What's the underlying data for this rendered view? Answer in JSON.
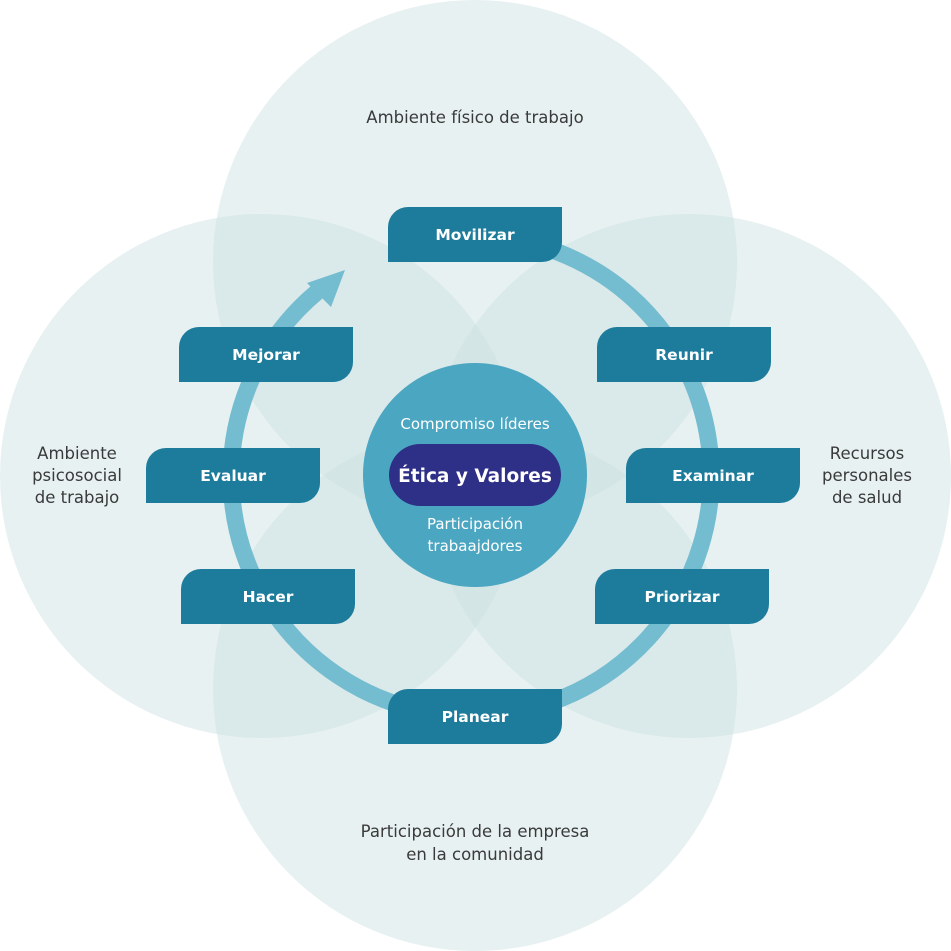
{
  "areas": {
    "top": "Ambiente físico de trabajo",
    "left": [
      "Ambiente",
      "psicosocial",
      "de trabajo"
    ],
    "right": [
      "Recursos",
      "personales",
      "de salud"
    ],
    "bottom": [
      "Participación de la empresa",
      "en la comunidad"
    ]
  },
  "center": {
    "top": "Compromiso líderes",
    "pill": "Ética y Valores",
    "bottom": [
      "Participación",
      "trabaajdores"
    ]
  },
  "steps": {
    "movilizar": "Movilizar",
    "reunir": "Reunir",
    "examinar": "Examinar",
    "priorizar": "Priorizar",
    "planear": "Planear",
    "hacer": "Hacer",
    "evaluar": "Evaluar",
    "mejorar": "Mejorar"
  },
  "colors": {
    "background_circles": "#c9dfe1",
    "cycle_ring": "#74bcd0",
    "hub": "#4ba6c2",
    "pill": "#2e2f86",
    "step_boxes": "#1d7c9c"
  }
}
